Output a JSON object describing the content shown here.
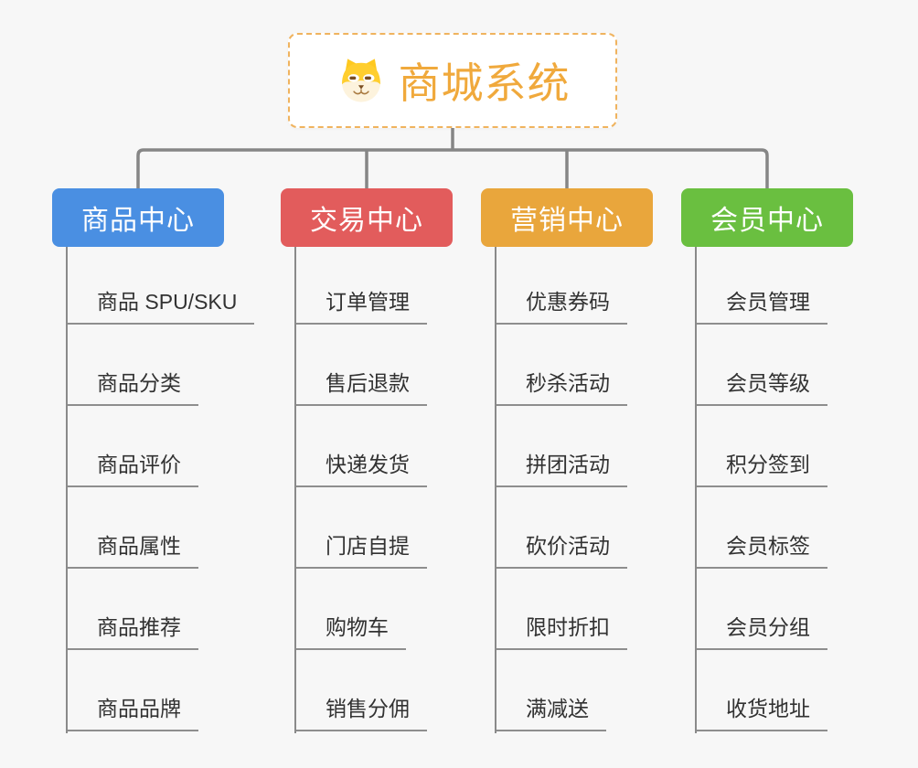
{
  "root": {
    "title": "商城系统",
    "icon": "shiba-dog-icon"
  },
  "branches": [
    {
      "label": "商品中心",
      "color": "#4a8fe2",
      "items": [
        "商品 SPU/SKU",
        "商品分类",
        "商品评价",
        "商品属性",
        "商品推荐",
        "商品品牌"
      ]
    },
    {
      "label": "交易中心",
      "color": "#e25c5c",
      "items": [
        "订单管理",
        "售后退款",
        "快递发货",
        "门店自提",
        "购物车",
        "销售分佣"
      ]
    },
    {
      "label": "营销中心",
      "color": "#e9a63c",
      "items": [
        "优惠券码",
        "秒杀活动",
        "拼团活动",
        "砍价活动",
        "限时折扣",
        "满减送"
      ]
    },
    {
      "label": "会员中心",
      "color": "#6abf40",
      "items": [
        "会员管理",
        "会员等级",
        "积分签到",
        "会员标签",
        "会员分组",
        "收货地址"
      ]
    }
  ],
  "colors": {
    "background": "#f7f7f7",
    "connector": "#868686",
    "leaf_line": "#8e8e8e",
    "leaf_text": "#323232",
    "root_text": "#f0a93c",
    "root_border": "#f0b35e"
  }
}
